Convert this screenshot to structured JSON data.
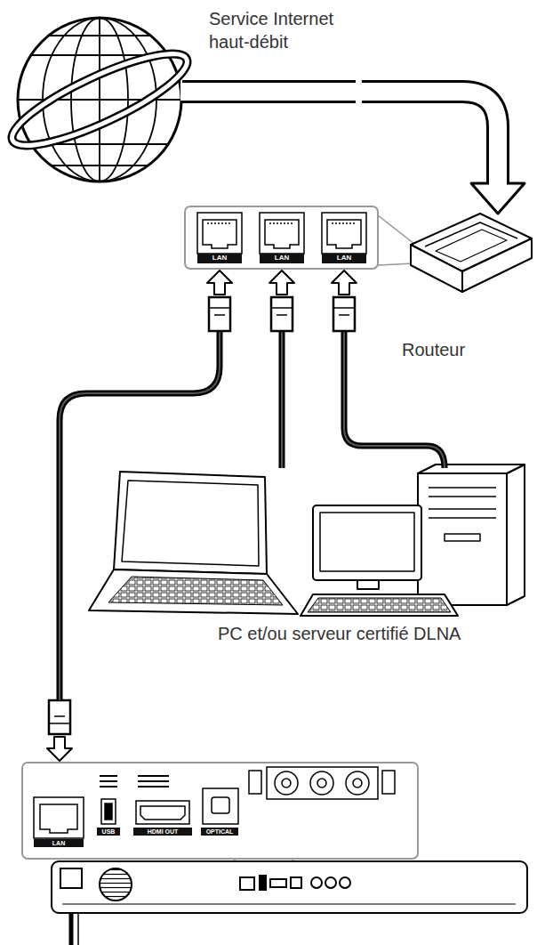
{
  "diagram": {
    "nodes": [
      {
        "text": [
          "Service Internet haut-débit"
        ]
      },
      {
        "text": [
          "LAN",
          "LAN",
          "LAN"
        ]
      },
      {
        "text": [
          "Routeur"
        ]
      },
      {
        "text": [
          "PC et/ou serveur certifié DLNA"
        ]
      },
      {
        "text": [
          "LAN",
          "USB",
          "HDMI OUT",
          "OPTICAL"
        ]
      }
    ],
    "edges": [
      {
        "from": 0,
        "to": 2,
        "arrow": "to"
      },
      {
        "from": 3,
        "to": 1,
        "arrow": "to"
      },
      {
        "from": 3,
        "to": 1,
        "arrow": "to"
      },
      {
        "from": 4,
        "to": 1,
        "arrow": "both"
      }
    ]
  }
}
